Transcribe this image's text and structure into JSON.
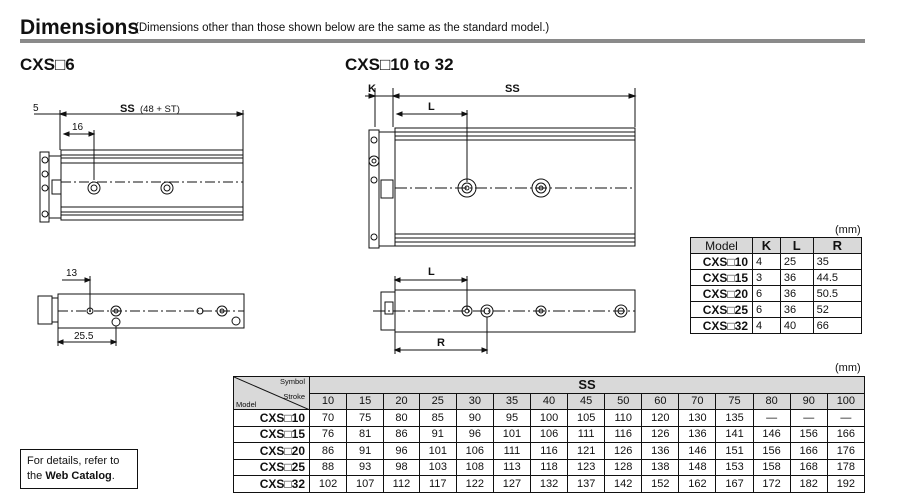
{
  "header": {
    "title": "Dimensions",
    "note": "(Dimensions other than those shown below are the same as the standard model.)"
  },
  "models": {
    "left_title": "CXS□6",
    "right_title": "CXS□10 to 32"
  },
  "drawing_left": {
    "dim_5": "5",
    "dim_ss": "SS",
    "dim_ss_note": "(48 + ST)",
    "dim_16": "16",
    "dim_13": "13",
    "dim_25_5": "25.5"
  },
  "drawing_right": {
    "dim_k": "K",
    "dim_ss": "SS",
    "dim_l_top": "L",
    "dim_l_bottom": "L",
    "dim_r": "R"
  },
  "krl_table": {
    "unit": "(mm)",
    "headers": [
      "Model",
      "K",
      "L",
      "R"
    ],
    "rows": [
      [
        "CXS□10",
        "4",
        "25",
        "35"
      ],
      [
        "CXS□15",
        "3",
        "36",
        "44.5"
      ],
      [
        "CXS□20",
        "6",
        "36",
        "50.5"
      ],
      [
        "CXS□25",
        "6",
        "36",
        "52"
      ],
      [
        "CXS□32",
        "4",
        "40",
        "66"
      ]
    ]
  },
  "ss_table": {
    "unit": "(mm)",
    "corner_symbol": "Symbol",
    "corner_stroke": "Stroke",
    "corner_model": "Model",
    "ss_header": "SS",
    "strokes": [
      "10",
      "15",
      "20",
      "25",
      "30",
      "35",
      "40",
      "45",
      "50",
      "60",
      "70",
      "75",
      "80",
      "90",
      "100"
    ],
    "rows": [
      {
        "model": "CXS□10",
        "values": [
          "70",
          "75",
          "80",
          "85",
          "90",
          "95",
          "100",
          "105",
          "110",
          "120",
          "130",
          "135",
          "—",
          "—",
          "—"
        ]
      },
      {
        "model": "CXS□15",
        "values": [
          "76",
          "81",
          "86",
          "91",
          "96",
          "101",
          "106",
          "111",
          "116",
          "126",
          "136",
          "141",
          "146",
          "156",
          "166"
        ]
      },
      {
        "model": "CXS□20",
        "values": [
          "86",
          "91",
          "96",
          "101",
          "106",
          "111",
          "116",
          "121",
          "126",
          "136",
          "146",
          "151",
          "156",
          "166",
          "176"
        ]
      },
      {
        "model": "CXS□25",
        "values": [
          "88",
          "93",
          "98",
          "103",
          "108",
          "113",
          "118",
          "123",
          "128",
          "138",
          "148",
          "153",
          "158",
          "168",
          "178"
        ]
      },
      {
        "model": "CXS□32",
        "values": [
          "102",
          "107",
          "112",
          "117",
          "122",
          "127",
          "132",
          "137",
          "142",
          "152",
          "162",
          "167",
          "172",
          "182",
          "192"
        ]
      }
    ]
  },
  "catalog_note": {
    "line1": "For details, refer to",
    "line2_prefix": "the ",
    "line2_bold": "Web Catalog",
    "line2_suffix": "."
  }
}
